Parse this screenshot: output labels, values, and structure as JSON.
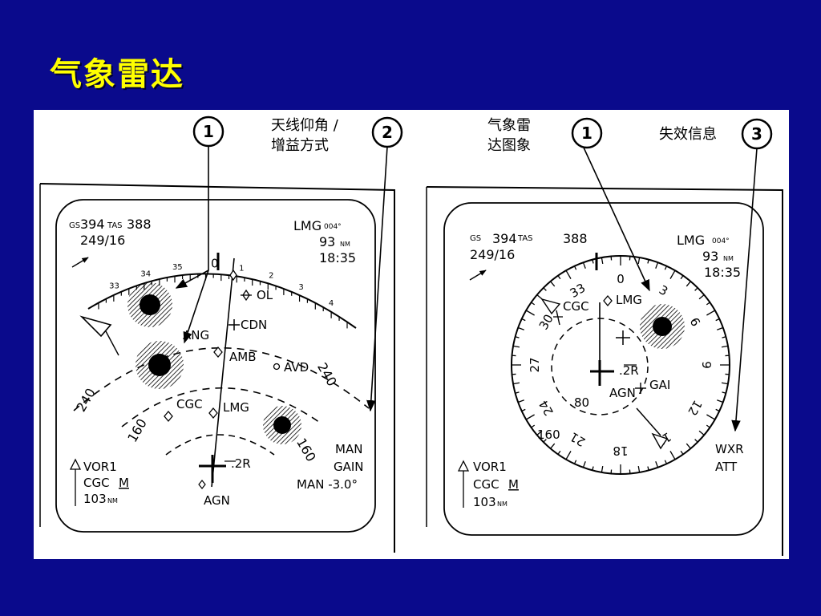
{
  "slide": {
    "title": "气象雷达"
  },
  "colors": {
    "background": "#0a0a8c",
    "title": "#ffff00",
    "figure_bg": "#ffffff",
    "ink": "#000000"
  },
  "callouts": {
    "c1": "1",
    "c2": "2",
    "c3": "3",
    "antenna_tilt_line1": "天线仰角 /",
    "antenna_tilt_line2": "增益方式",
    "wx_image_line1": "气象雷",
    "wx_image_line2": "达图象",
    "failure_msg": "失效信息"
  },
  "left_display": {
    "gs": "GS",
    "gs_val": "394",
    "tas": "TAS",
    "tas_val": "388",
    "wind": "249/16",
    "waypoint": "LMG",
    "bearing": "004°",
    "distance": "93",
    "distance_unit": "NM",
    "eta": "18:35",
    "arc_ticks": [
      "33",
      "34",
      "35",
      "0",
      "1",
      "2",
      "3",
      "4"
    ],
    "wpt_ol": "OL",
    "wpt_cdn": "CDN",
    "wpt_ang": "ANG",
    "wpt_amb": "AMB",
    "wpt_avd": "AVD",
    "wpt_cgc": "CGC",
    "wpt_lmg": "LMG",
    "wpt_agn": "AGN",
    "range_240": "240",
    "range_160": "160",
    "offset": ".2R",
    "vor": "VOR1",
    "vor_station": "CGC",
    "vor_mode": "M",
    "vor_dist": "103",
    "vor_unit": "NM",
    "mode_man": "MAN",
    "mode_gain": "GAIN",
    "tilt_label": "MAN -3.0°"
  },
  "right_display": {
    "gs": "GS",
    "gs_val": "394",
    "tas": "TAS",
    "tas_val": "388",
    "wind": "249/16",
    "waypoint": "LMG",
    "bearing": "004°",
    "distance": "93",
    "distance_unit": "NM",
    "eta": "18:35",
    "compass": [
      "0",
      "3",
      "6",
      "9",
      "12",
      "15",
      "18",
      "21",
      "24",
      "27",
      "30",
      "33"
    ],
    "wpt_cgc": "CGC",
    "wpt_lmg": "LMG",
    "wpt_gai": "GAI",
    "wpt_agn": "AGN",
    "range_80": "80",
    "range_160": "160",
    "offset": ".2R",
    "vor": "VOR1",
    "vor_station": "CGC",
    "vor_mode": "M",
    "vor_dist": "103",
    "vor_unit": "NM",
    "wxr": "WXR",
    "att": "ATT"
  }
}
